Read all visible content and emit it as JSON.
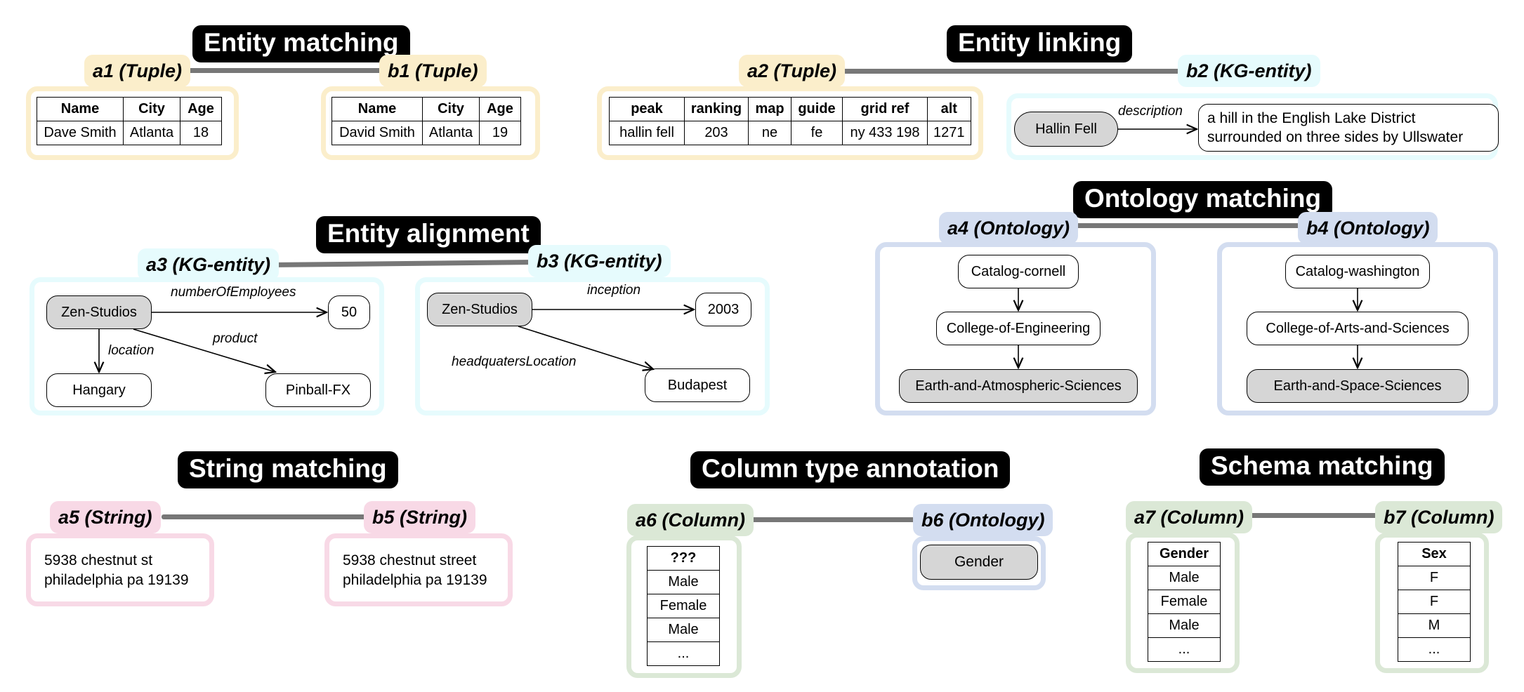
{
  "entity_matching": {
    "title": "Entity matching",
    "a_label": "a1 (Tuple)",
    "b_label": "b1 (Tuple)",
    "a_table": {
      "headers": [
        "Name",
        "City",
        "Age"
      ],
      "row": [
        "Dave Smith",
        "Atlanta",
        "18"
      ]
    },
    "b_table": {
      "headers": [
        "Name",
        "City",
        "Age"
      ],
      "row": [
        "David Smith",
        "Atlanta",
        "19"
      ]
    }
  },
  "entity_linking": {
    "title": "Entity linking",
    "a_label": "a2 (Tuple)",
    "b_label": "b2 (KG-entity)",
    "a_table": {
      "headers": [
        "peak",
        "ranking",
        "map",
        "guide",
        "grid ref",
        "alt"
      ],
      "row": [
        "hallin fell",
        "203",
        "ne",
        "fe",
        "ny 433 198",
        "1271"
      ]
    },
    "b_entity": "Hallin Fell",
    "b_edge": "description",
    "b_value_line1": "a hill in the English Lake District",
    "b_value_line2": "surrounded on three sides by Ullswater"
  },
  "entity_alignment": {
    "title": "Entity alignment",
    "a_label": "a3 (KG-entity)",
    "b_label": "b3 (KG-entity)",
    "a_entity": "Zen-Studios",
    "a_edges": {
      "employees": "numberOfEmployees",
      "location": "location",
      "product": "product"
    },
    "a_values": {
      "employees": "50",
      "location": "Hangary",
      "product": "Pinball-FX"
    },
    "b_entity": "Zen-Studios",
    "b_edges": {
      "inception": "inception",
      "hq": "headquatersLocation"
    },
    "b_values": {
      "inception": "2003",
      "hq": "Budapest"
    }
  },
  "ontology_matching": {
    "title": "Ontology matching",
    "a_label": "a4 (Ontology)",
    "b_label": "b4 (Ontology)",
    "a_nodes": [
      "Catalog-cornell",
      "College-of-Engineering",
      "Earth-and-Atmospheric-Sciences"
    ],
    "b_nodes": [
      "Catalog-washington",
      "College-of-Arts-and-Sciences",
      "Earth-and-Space-Sciences"
    ]
  },
  "string_matching": {
    "title": "String matching",
    "a_label": "a5 (String)",
    "b_label": "b5 (String)",
    "a_line1": "5938 chestnut st",
    "a_line2": "philadelphia pa 19139",
    "b_line1": "5938 chestnut street",
    "b_line2": "philadelphia pa 19139"
  },
  "column_type_annotation": {
    "title": "Column type annotation",
    "a_label": "a6 (Column)",
    "b_label": "b6 (Ontology)",
    "a_column": [
      "???",
      "Male",
      "Female",
      "Male",
      "..."
    ],
    "b_node": "Gender"
  },
  "schema_matching": {
    "title": "Schema matching",
    "a_label": "a7 (Column)",
    "b_label": "b7 (Column)",
    "a_column": [
      "Gender",
      "Male",
      "Female",
      "Male",
      "..."
    ],
    "b_column": [
      "Sex",
      "F",
      "F",
      "M",
      "..."
    ]
  },
  "colors": {
    "tuple": "#fbeecb",
    "kg_entity": "#e6fbfd",
    "ontology": "#d3ddf0",
    "string": "#f8d9e6",
    "column": "#dbe8d6",
    "connector": "#777777",
    "gray_node": "#d6d6d6"
  }
}
